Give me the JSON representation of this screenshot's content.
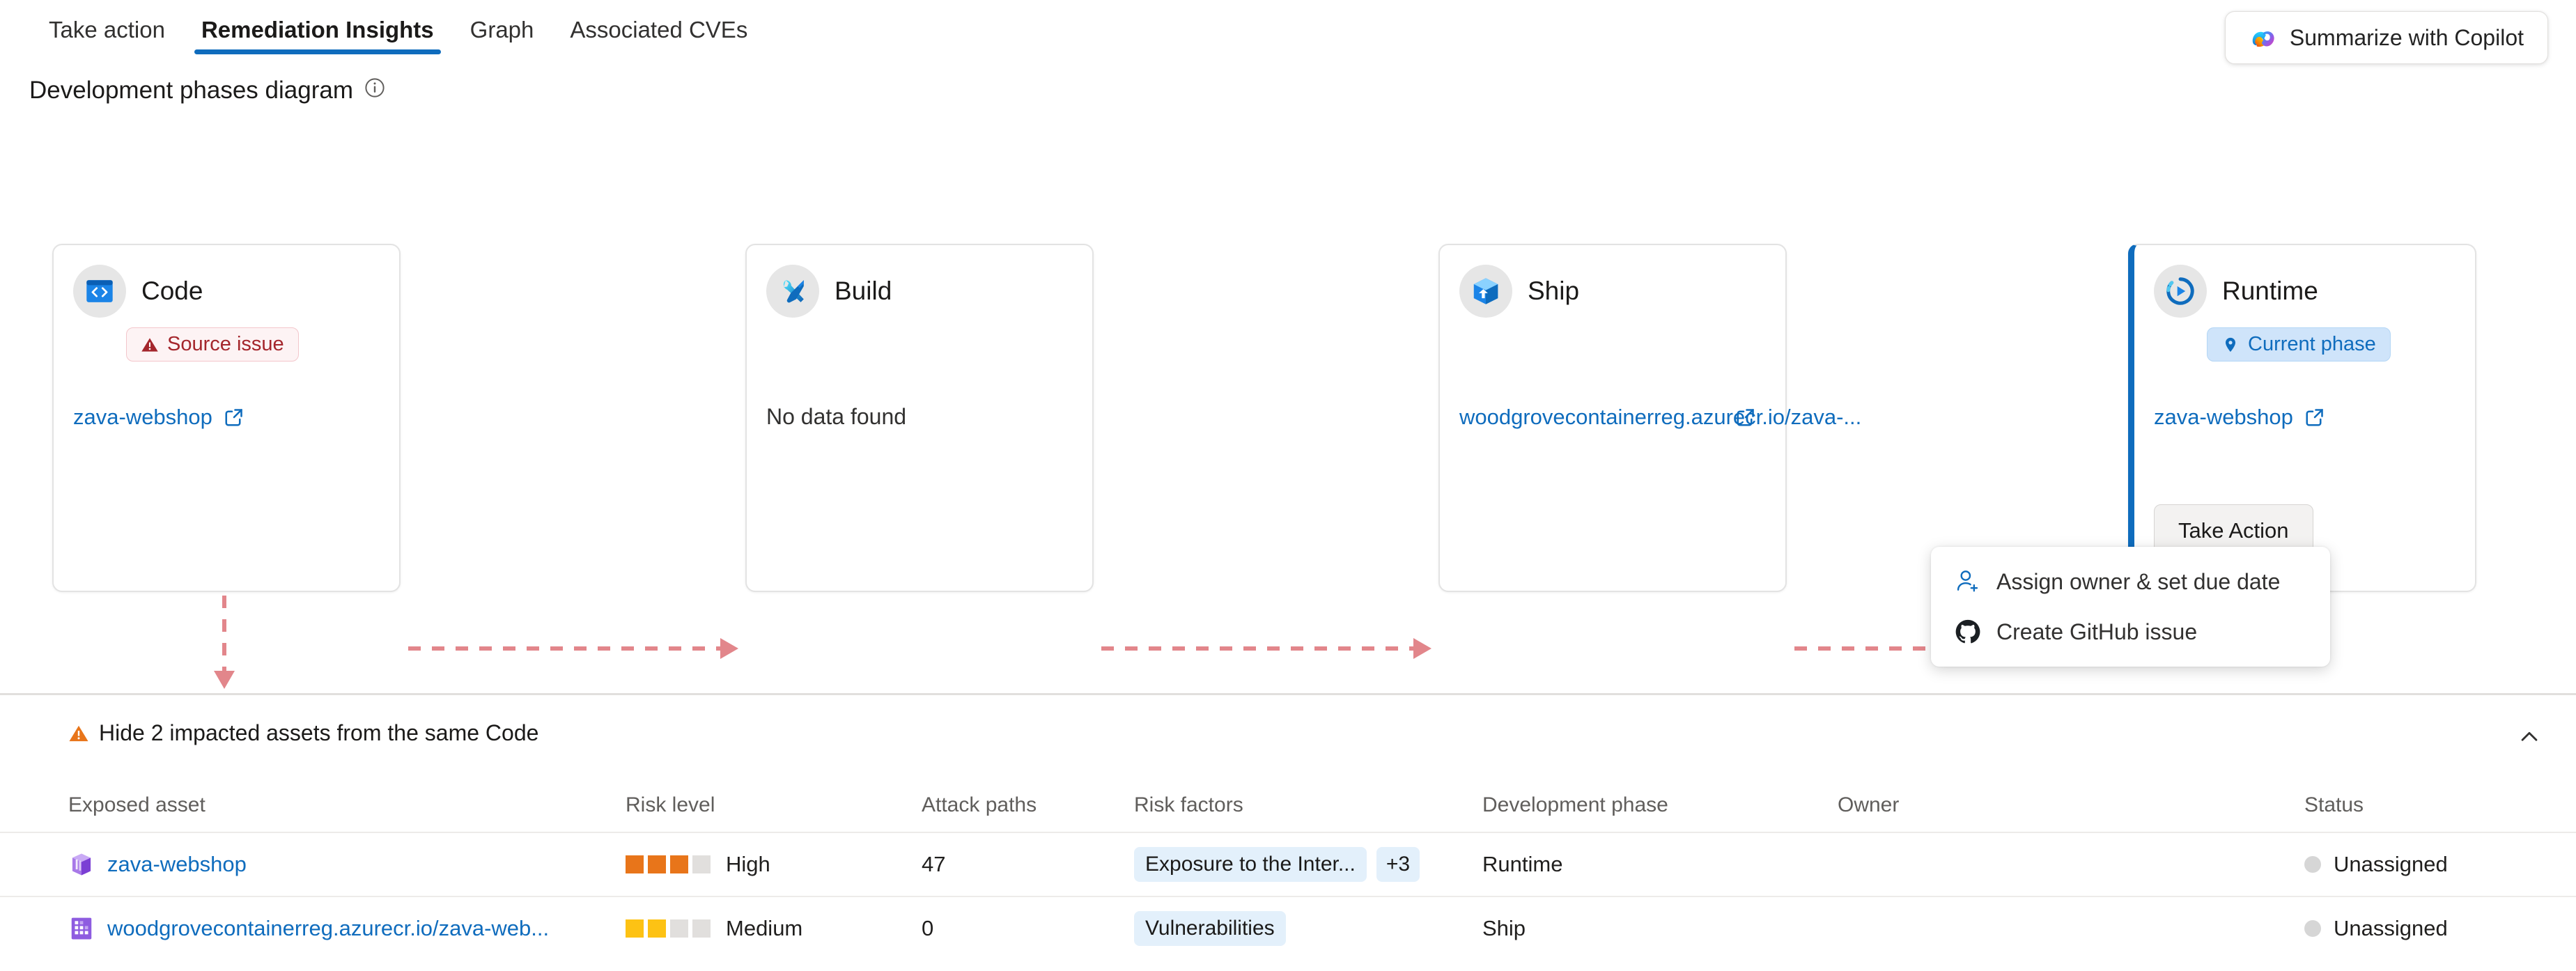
{
  "tabs": [
    {
      "label": "Take action",
      "active": false
    },
    {
      "label": "Remediation Insights",
      "active": true
    },
    {
      "label": "Graph",
      "active": false
    },
    {
      "label": "Associated CVEs",
      "active": false
    }
  ],
  "copilot": {
    "label": "Summarize with Copilot",
    "icon": "copilot-icon"
  },
  "section": {
    "title": "Development phases diagram",
    "info_icon": "info-icon"
  },
  "phases": [
    {
      "name": "Code",
      "icon": "code-phase-icon",
      "badge": {
        "label": "Source issue",
        "icon": "warning-triangle-icon",
        "type": "source-issue"
      },
      "asset": "zava-webshop",
      "no_data": null
    },
    {
      "name": "Build",
      "icon": "tools-phase-icon",
      "badge": null,
      "asset": null,
      "no_data": "No data found"
    },
    {
      "name": "Ship",
      "icon": "package-phase-icon",
      "badge": null,
      "asset": "woodgrovecontainerreg.azurecr.io/zava-...",
      "no_data": null
    },
    {
      "name": "Runtime",
      "icon": "runtime-phase-icon",
      "badge": {
        "label": "Current phase",
        "icon": "location-pin-icon",
        "type": "current-phase"
      },
      "asset": "zava-webshop",
      "no_data": null,
      "current": true,
      "action_button": "Take Action"
    }
  ],
  "dropdown": {
    "items": [
      {
        "label": "Assign owner & set due date",
        "icon": "person-add-icon"
      },
      {
        "label": "Create GitHub issue",
        "icon": "github-icon"
      }
    ]
  },
  "impacted": {
    "header": "Hide 2 impacted assets from the same Code",
    "warn_icon": "warning-triangle-icon",
    "collapse_icon": "chevron-up-icon"
  },
  "table": {
    "columns": [
      "Exposed asset",
      "Risk level",
      "Attack paths",
      "Risk factors",
      "Development phase",
      "Owner",
      "Status"
    ],
    "rows": [
      {
        "asset": "zava-webshop",
        "asset_icon": "container-app-icon",
        "risk_level": "High",
        "risk_filled": 3,
        "risk_total": 4,
        "risk_color": "#e8751a",
        "attack_paths": "47",
        "factors": [
          "Exposure to the Inter..."
        ],
        "factors_more": "+3",
        "phase": "Runtime",
        "owner": "",
        "status": "Unassigned"
      },
      {
        "asset": "woodgrovecontainerreg.azurecr.io/zava-web...",
        "asset_icon": "container-registry-icon",
        "risk_level": "Medium",
        "risk_filled": 2,
        "risk_total": 4,
        "risk_color": "#fdc214",
        "attack_paths": "0",
        "factors": [
          "Vulnerabilities"
        ],
        "factors_more": null,
        "phase": "Ship",
        "owner": "",
        "status": "Unassigned"
      }
    ]
  },
  "colors": {
    "accent": "#0f6cbd",
    "link": "#0f6cbd",
    "danger": "#a4262c",
    "warning": "#e8751a",
    "medium": "#fdc214",
    "connector": "#e2868b"
  }
}
